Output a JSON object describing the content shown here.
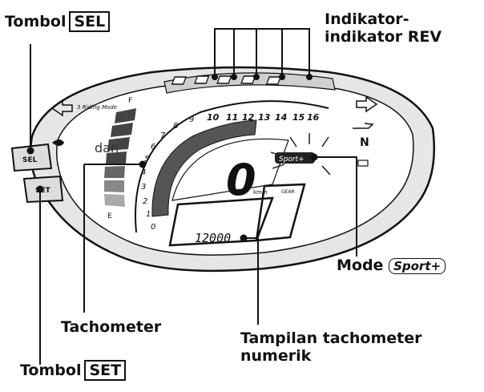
{
  "labels": {
    "sel_prefix": "Tombol",
    "sel_key": "SEL",
    "set_prefix": "Tombol",
    "set_key": "SET",
    "rev_line1": "Indikator-",
    "rev_line2": "indikator REV",
    "tachometer": "Tachometer",
    "mode_prefix": "Mode",
    "mode_badge": "Sport+",
    "numeric_line1": "Tampilan tachometer",
    "numeric_line2": "numerik",
    "dan": "dan"
  },
  "meter": {
    "rpm_numbers": [
      "10",
      "11",
      "12",
      "13",
      "14",
      "15",
      "16"
    ],
    "low_numbers": [
      "0",
      "1",
      "2",
      "3",
      "4",
      "5",
      "6",
      "7",
      "8",
      "9"
    ],
    "speed_digit": "0",
    "speed_unit": "km/h",
    "tacho_readout": "12000",
    "sel_button": "SEL",
    "set_button": "SET",
    "riding_mode": "3 Riding Mode",
    "gear_label": "GEAR",
    "neutral": "N",
    "fuel_full": "F",
    "fuel_empty": "E",
    "sport_display": "Sport+"
  },
  "colors": {
    "line": "#111111",
    "face": "#ffffff",
    "bezel": "#e9e9e9"
  }
}
